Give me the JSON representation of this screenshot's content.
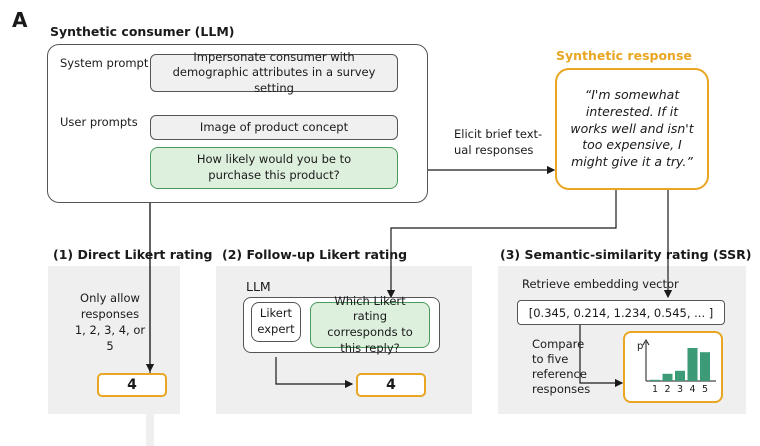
{
  "panel_label": "A",
  "consumer": {
    "title": "Synthetic consumer (LLM)",
    "system_prompt_label": "System prompt",
    "system_prompt_text": "Impersonate consumer with demographic attributes in a survey setting",
    "user_prompts_label": "User prompts",
    "image_prompt_text": "Image of product concept",
    "question_text": "How likely would you be to purchase this product?"
  },
  "elicit_label": "Elicit brief text-ual responses",
  "response": {
    "title": "Synthetic response",
    "quote": "“I'm somewhat interested. If it works well and isn't too expensive, I might give it a try.”"
  },
  "method1": {
    "title": "(1) Direct Likert rating",
    "note": "Only allow responses 1, 2, 3, 4, or 5",
    "result": "4"
  },
  "method2": {
    "title": "(2) Follow-up Likert rating",
    "llm_label": "LLM",
    "expert_label": "Likert expert",
    "question": "Which Likert rating corresponds to this reply?",
    "result": "4"
  },
  "method3": {
    "title": "(3) Semantic-similarity rating (SSR)",
    "retrieve_label": "Retrieve embedding vector",
    "vector": "[0.345, 0.214, 1.234, 0.545, ... ]",
    "compare_label": "Compare to five reference responses",
    "p_label": "p"
  },
  "colors": {
    "accent": "#e8a623",
    "bar": "#3c9a76",
    "green_fill": "#ddefdd",
    "panel_bg": "#efefef"
  },
  "chart_data": {
    "type": "bar",
    "categories": [
      "1",
      "2",
      "3",
      "4",
      "5"
    ],
    "values": [
      0.02,
      0.12,
      0.17,
      0.55,
      0.48
    ],
    "ylabel": "p",
    "ylim": [
      0,
      0.6
    ]
  }
}
